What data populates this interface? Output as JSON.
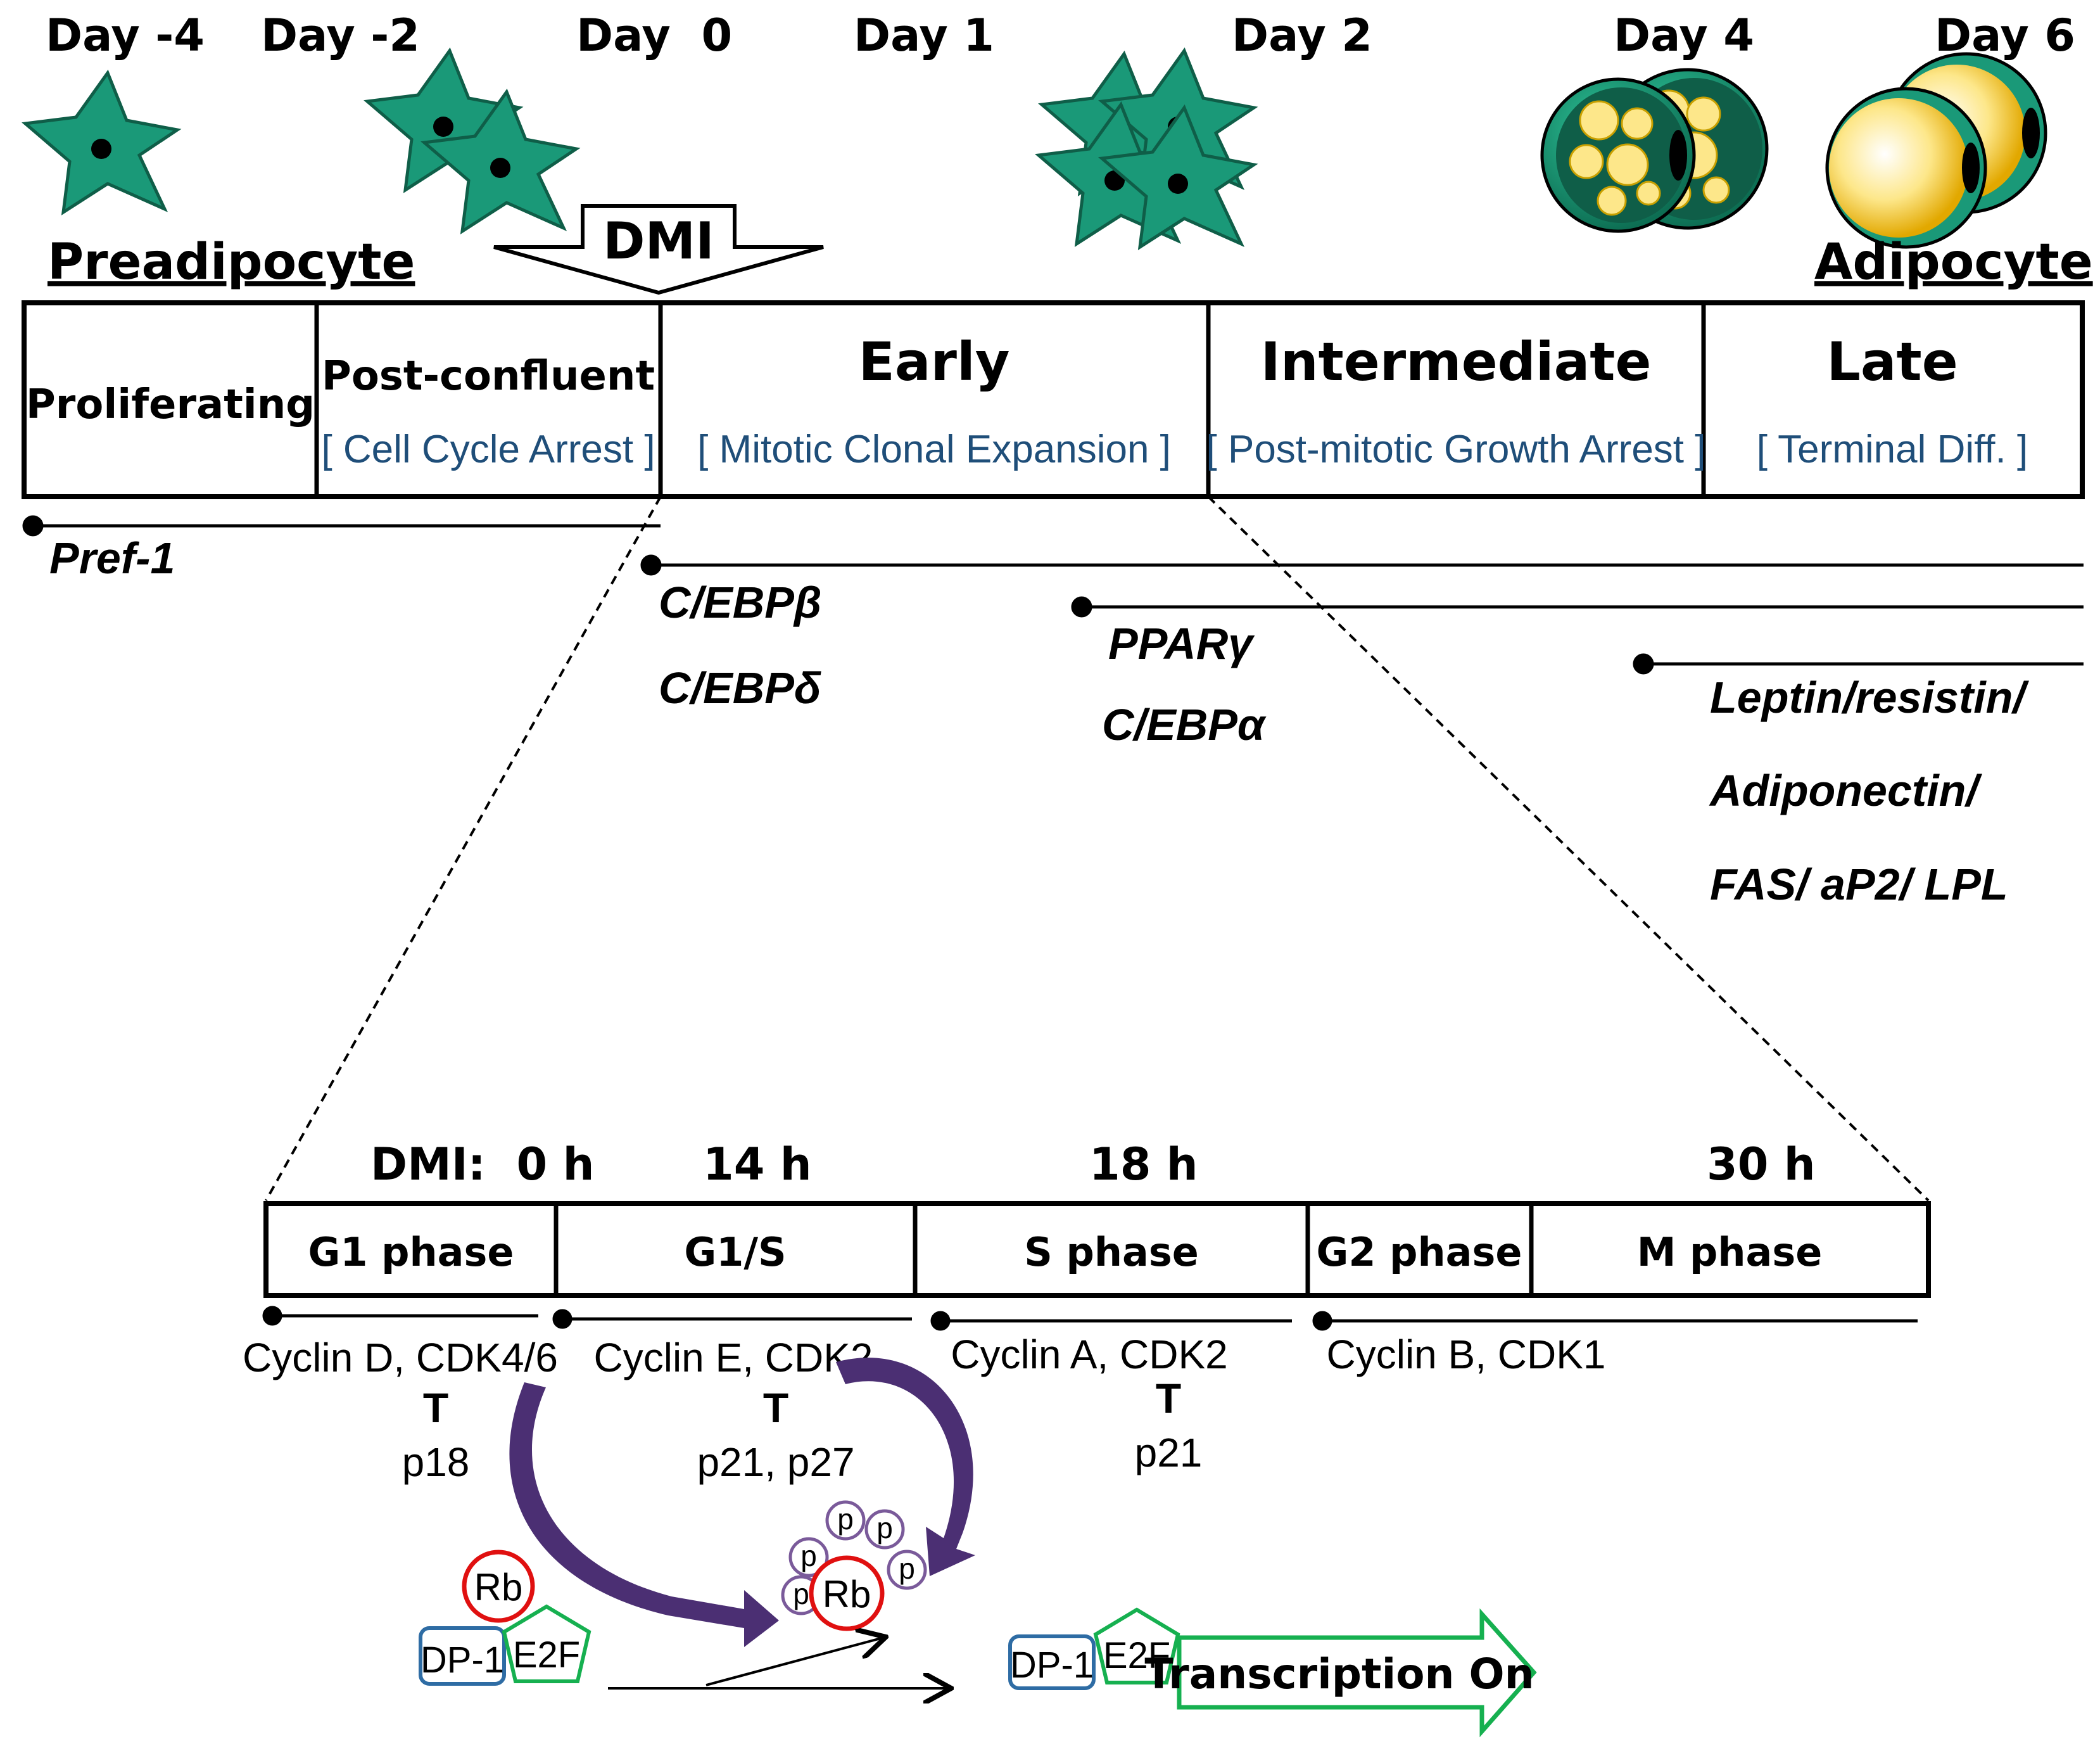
{
  "days": [
    "Day -4",
    "Day -2",
    "Day  0",
    "Day 1",
    "Day 2",
    "Day 4",
    "Day 6"
  ],
  "labels": {
    "preadipocyte": "Preadipocyte",
    "adipocyte": "Adipocyte",
    "dmi": "DMI"
  },
  "stages": [
    {
      "name": "Proliferating",
      "sub": ""
    },
    {
      "name": "Post-confluent",
      "sub": "[ Cell Cycle Arrest ]"
    },
    {
      "name": "Early",
      "sub": "[ Mitotic Clonal Expansion ]"
    },
    {
      "name": "Intermediate",
      "sub": "[ Post-mitotic Growth Arrest ]"
    },
    {
      "name": "Late",
      "sub": "[ Terminal Diff. ]"
    }
  ],
  "markers": {
    "pref1": "Pref-1",
    "cebpb": "C/EBPβ",
    "cebpd": "C/EBPδ",
    "pparg": "PPARγ",
    "cebpa": "C/EBPα",
    "late1": "Leptin/resistin/",
    "late2": "Adiponectin/",
    "late3": "FAS/ aP2/ LPL"
  },
  "cell_cycle": {
    "times": [
      "DMI:  0 h",
      "14 h",
      "18 h",
      "30 h"
    ],
    "phases": [
      "G1 phase",
      "G1/S",
      "S phase",
      "G2 phase",
      "M phase"
    ],
    "regulators": [
      {
        "cyclin": "Cyclin D, CDK4/6",
        "inhibitor": "p18"
      },
      {
        "cyclin": "Cyclin E, CDK2",
        "inhibitor": "p21, p27"
      },
      {
        "cyclin": "Cyclin A, CDK2",
        "inhibitor": "p21"
      },
      {
        "cyclin": "Cyclin B, CDK1",
        "inhibitor": ""
      }
    ],
    "inhibition_symbol": "T",
    "rb": "Rb",
    "p": "p",
    "dp1": "DP-1",
    "e2f": "E2F",
    "transcription": "Transcription On"
  },
  "colors": {
    "cell_green": "#1a9978",
    "cell_dark": "#0f5e48",
    "blue_text": "#1f4e79",
    "purple": "#4b2f73",
    "red": "#e01010",
    "dp_blue": "#2e6ca4",
    "e2f_green": "#16b050",
    "fat_yellow": "#f5c518"
  }
}
